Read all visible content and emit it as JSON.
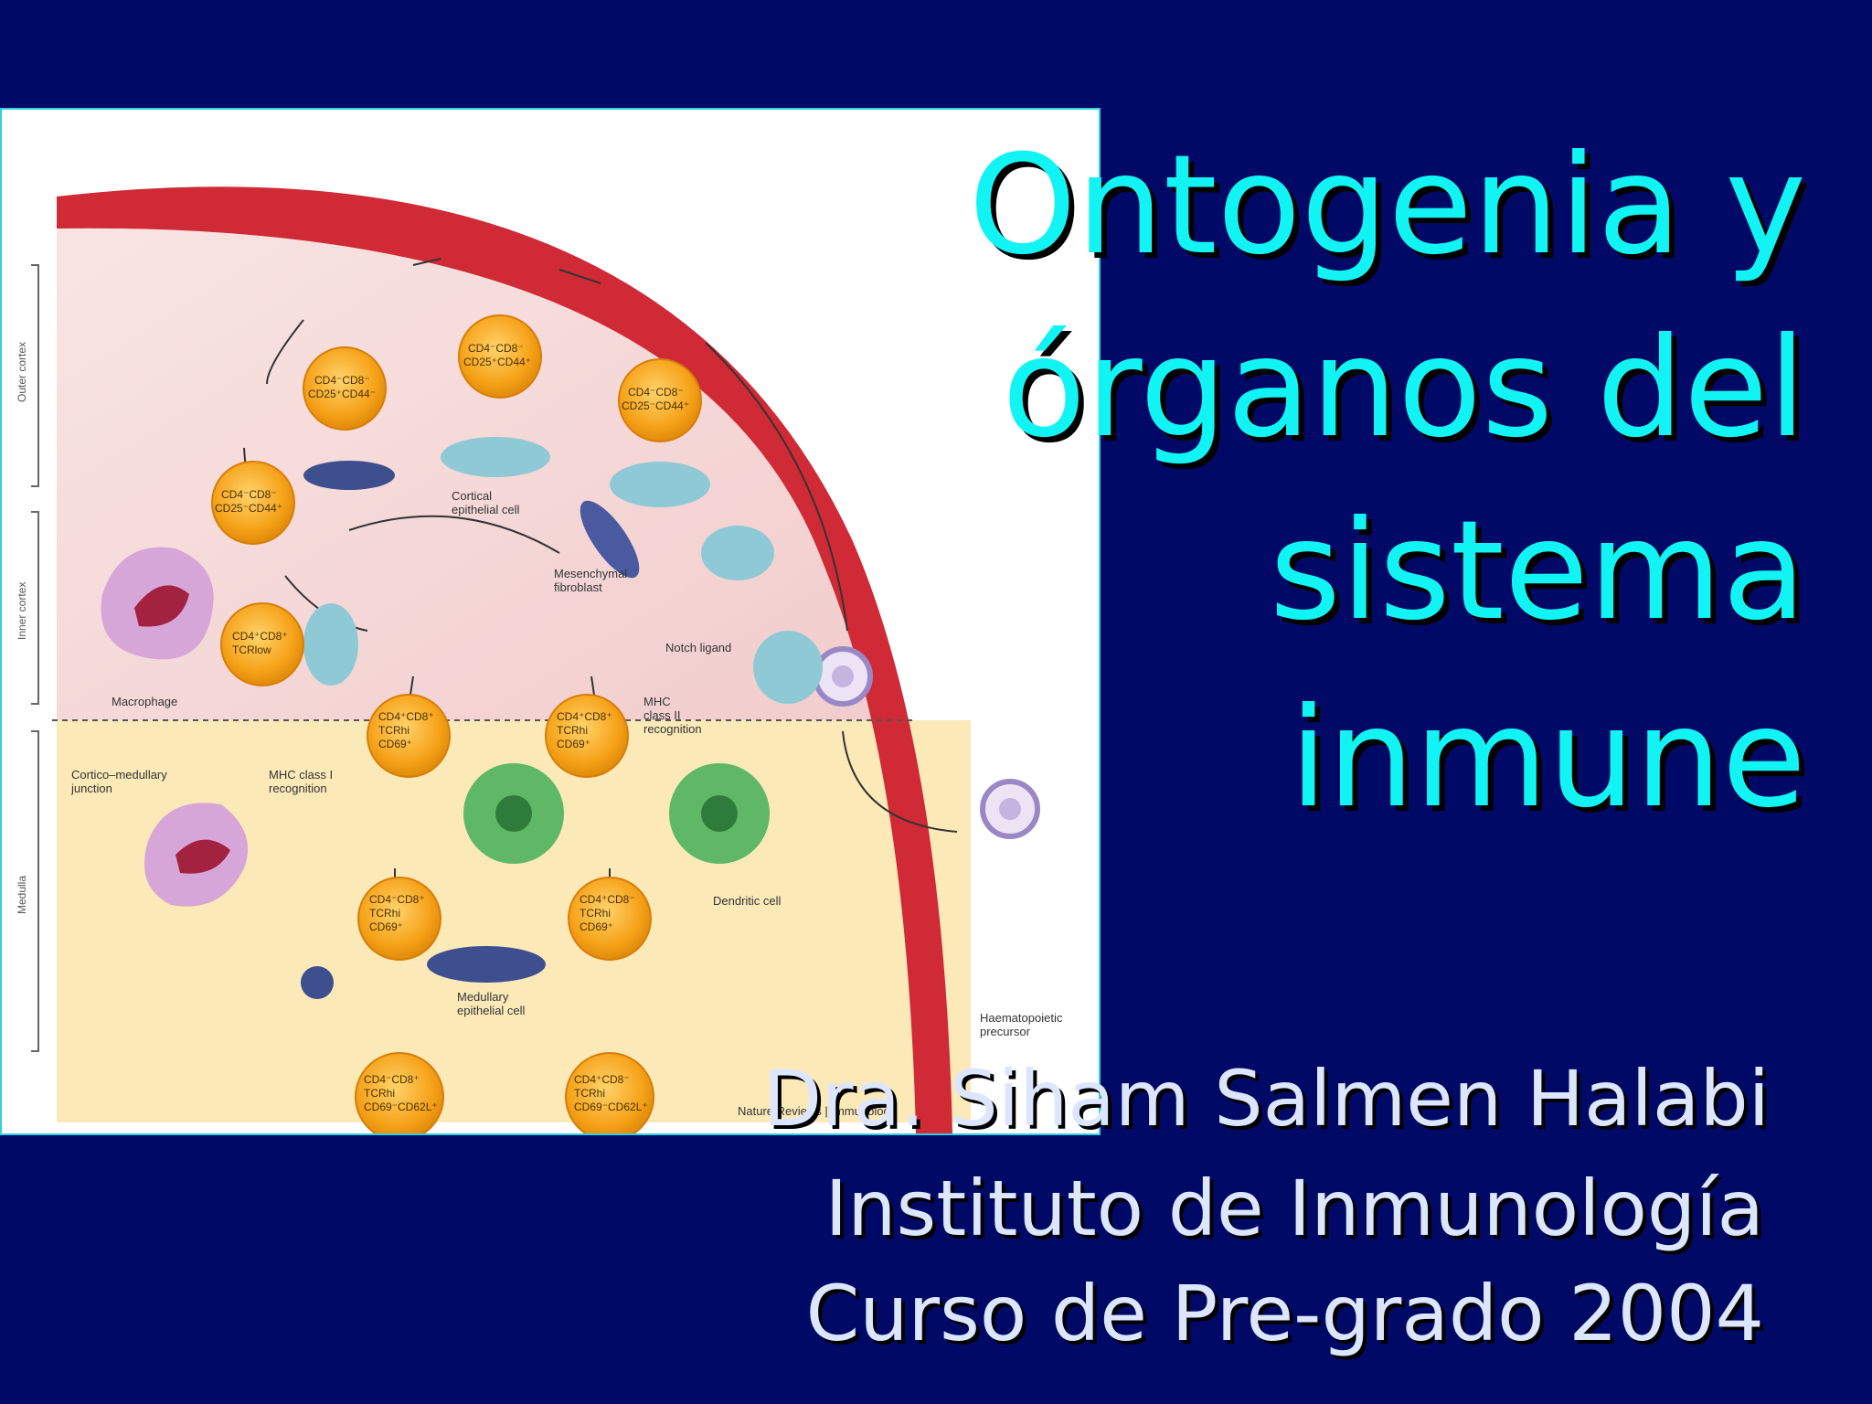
{
  "slide": {
    "background": "#000a66",
    "title_color": "#12f4f4",
    "title_lines": [
      "Ontogenia y",
      "órganos del",
      "sistema",
      "inmune"
    ],
    "info_lines": [
      "Dra. Siham Salmen Halabi",
      "Instituto de Inmunología",
      "Curso de Pre-grado 2004"
    ]
  },
  "figure": {
    "zones": [
      "Outer cortex",
      "Inner cortex",
      "Medulla"
    ],
    "cells": {
      "c1": [
        "CD4⁻CD8⁻",
        "CD25⁺CD44⁺"
      ],
      "c2": [
        "CD4⁻CD8⁻",
        "CD25⁺CD44⁻"
      ],
      "c3": [
        "CD4⁻CD8⁻",
        "CD25⁻CD44⁺"
      ],
      "c4": [
        "CD4⁻CD8⁻",
        "CD25⁻CD44⁺"
      ],
      "c5": [
        "CD4⁺CD8⁺",
        "TCRlow"
      ],
      "c6": [
        "CD4⁺CD8⁺",
        "TCRhi",
        "CD69⁺"
      ],
      "c7": [
        "CD4⁺CD8⁺",
        "TCRhi",
        "CD69⁺"
      ],
      "c8": [
        "CD4⁻CD8⁺",
        "TCRhi",
        "CD69⁺"
      ],
      "c9": [
        "CD4⁺CD8⁻",
        "TCRhi",
        "CD69⁺"
      ],
      "c10": [
        "CD4⁻CD8⁺",
        "TCRhi",
        "CD69⁻CD62L⁺"
      ],
      "c11": [
        "CD4⁺CD8⁻",
        "TCRhi",
        "CD69⁻CD62L⁺"
      ]
    },
    "labels": {
      "cortical_epithelial": [
        "Cortical",
        "epithelial cell"
      ],
      "mesenchymal": [
        "Mesenchymal",
        "fibroblast"
      ],
      "notch": "Notch ligand",
      "macrophage": "Macrophage",
      "junction": [
        "Cortico–medullary",
        "junction"
      ],
      "mhc1": [
        "MHC class I",
        "recognition"
      ],
      "mhc2": [
        "MHC",
        "class II",
        "recognition"
      ],
      "dendritic": "Dendritic cell",
      "medullary_epithelial": [
        "Medullary",
        "epithelial cell"
      ],
      "precursor": [
        "Haematopoietic",
        "precursor"
      ],
      "credit": "Nature Reviews | Immunology"
    }
  }
}
